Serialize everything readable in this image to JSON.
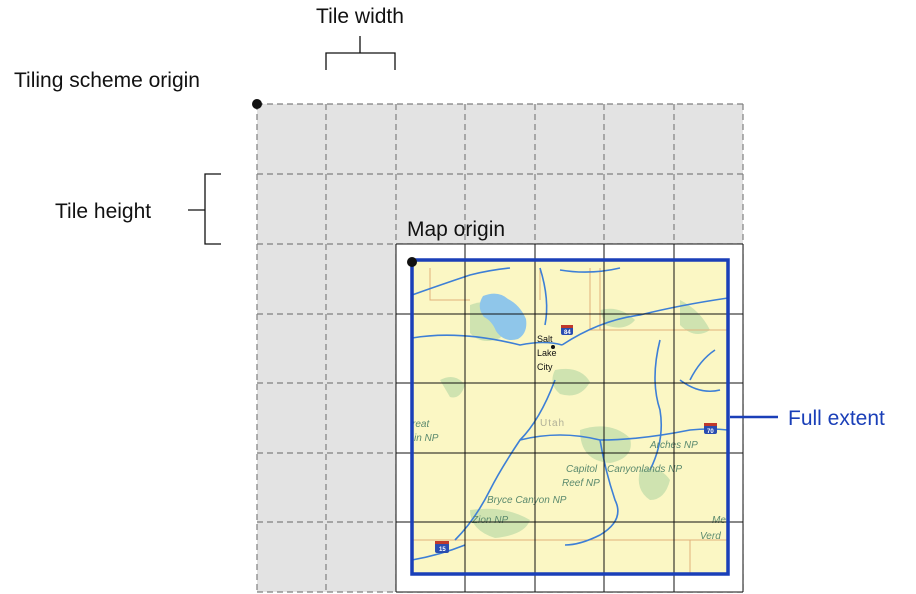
{
  "labels": {
    "tile_width": "Tile width",
    "tiling_scheme_origin": "Tiling scheme origin",
    "tile_height": "Tile height",
    "map_origin": "Map origin",
    "full_extent": "Full extent"
  },
  "map_labels": {
    "city_line1": "Salt",
    "city_line2": "Lake",
    "city_line3": "City",
    "state": "Utah",
    "great_basin_1": "reat",
    "great_basin_2": "in NP",
    "arches": "Arches NP",
    "capitol_reef_1": "Capitol",
    "capitol_reef_2": "Reef NP",
    "canyonlands": "Canyonlands NP",
    "bryce": "Bryce Canyon NP",
    "zion": "Zion NP",
    "mesa_verde_1": "Me",
    "mesa_verde_2": "Verd",
    "i84": "84",
    "i70": "70",
    "i15": "15"
  },
  "colors": {
    "gray_tile_fill": "#e3e3e3",
    "dashed_stroke": "#808080",
    "grid_stroke": "#111111",
    "extent_blue": "#1a3fb8",
    "map_fill": "#fbf7c4",
    "river_blue": "#3d7fd6",
    "lake_blue": "#8fc6ea",
    "park_green": "#cfe3b0",
    "road_orange": "#e1b07a",
    "full_extent_text": "#1a3fb8"
  },
  "icons": [
    "origin-dot",
    "interstate-shield"
  ]
}
